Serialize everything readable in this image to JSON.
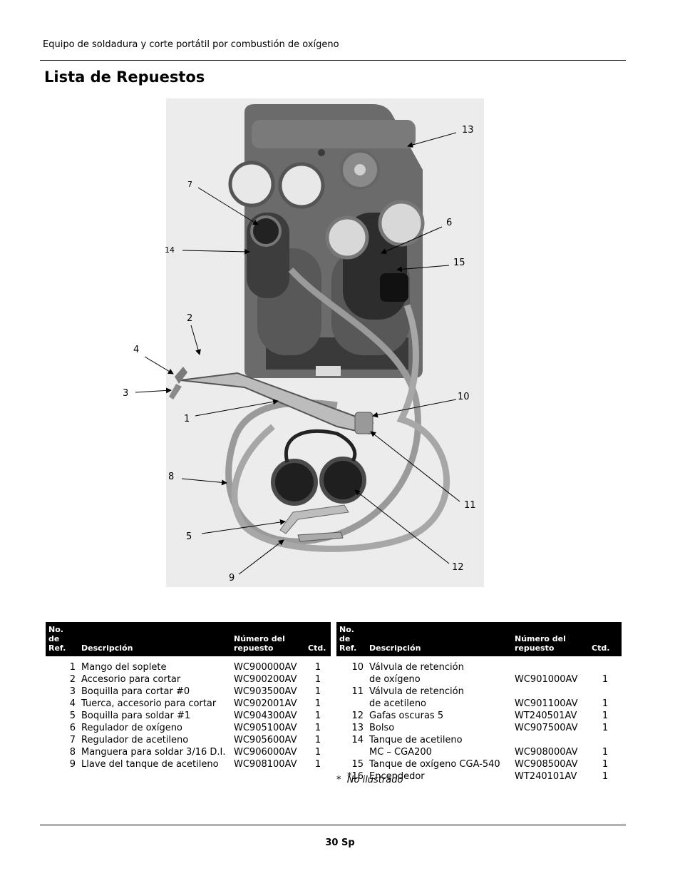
{
  "header": {
    "running_title": "Equipo de soldadura y corte portátil por combustión de oxígeno"
  },
  "page_title": "Lista de Repuestos",
  "callouts": [
    "13",
    "7",
    "6",
    "14",
    "15",
    "2",
    "4",
    "3",
    "10",
    "1",
    "8",
    "11",
    "5",
    "12",
    "9"
  ],
  "table_headers": {
    "ref": [
      "No. de",
      "Ref."
    ],
    "description": "Descripción",
    "part_number": [
      "Número del",
      "repuesto"
    ],
    "qty": "Ctd."
  },
  "left_rows": [
    {
      "ref": "1",
      "desc": "Mango del soplete",
      "part": "WC900000AV",
      "qty": "1"
    },
    {
      "ref": "2",
      "desc": "Accesorio para cortar",
      "part": "WC900200AV",
      "qty": "1"
    },
    {
      "ref": "3",
      "desc": "Boquilla para cortar #0",
      "part": "WC903500AV",
      "qty": "1"
    },
    {
      "ref": "4",
      "desc": "Tuerca, accesorio para cortar",
      "part": "WC902001AV",
      "qty": "1"
    },
    {
      "ref": "5",
      "desc": "Boquilla para soldar #1",
      "part": "WC904300AV",
      "qty": "1"
    },
    {
      "ref": "6",
      "desc": "Regulador de oxígeno",
      "part": "WC905100AV",
      "qty": "1"
    },
    {
      "ref": "7",
      "desc": "Regulador de acetileno",
      "part": "WC905600AV",
      "qty": "1"
    },
    {
      "ref": "8",
      "desc": "Manguera para soldar 3/16 D.I.",
      "part": "WC906000AV",
      "qty": "1"
    },
    {
      "ref": "9",
      "desc": "Llave del tanque de acetileno",
      "part": "WC908100AV",
      "qty": "1"
    }
  ],
  "right_rows": [
    {
      "ref": "10",
      "desc": "Válvula de retención",
      "desc2": "de oxígeno",
      "part": "WC901000AV",
      "qty": "1"
    },
    {
      "ref": "11",
      "desc": "Válvula de retención",
      "desc2": "de acetileno",
      "part": "WC901100AV",
      "qty": "1"
    },
    {
      "ref": "12",
      "desc": "Gafas oscuras 5",
      "part": "WT240501AV",
      "qty": "1"
    },
    {
      "ref": "13",
      "desc": "Bolso",
      "part": "WC907500AV",
      "qty": "1"
    },
    {
      "ref": "14",
      "desc": "Tanque de acetileno",
      "desc2": "MC – CGA200",
      "part": "WC908000AV",
      "qty": "1"
    },
    {
      "ref": "15",
      "desc": "Tanque de oxígeno CGA-540",
      "part": "WC908500AV",
      "qty": "1"
    },
    {
      "ref": "*16",
      "desc": "Encendedor",
      "part": "WT240101AV",
      "qty": "1"
    }
  ],
  "footnote": {
    "marker": "*",
    "text": "No ilustrado"
  },
  "page_number": "30 Sp"
}
